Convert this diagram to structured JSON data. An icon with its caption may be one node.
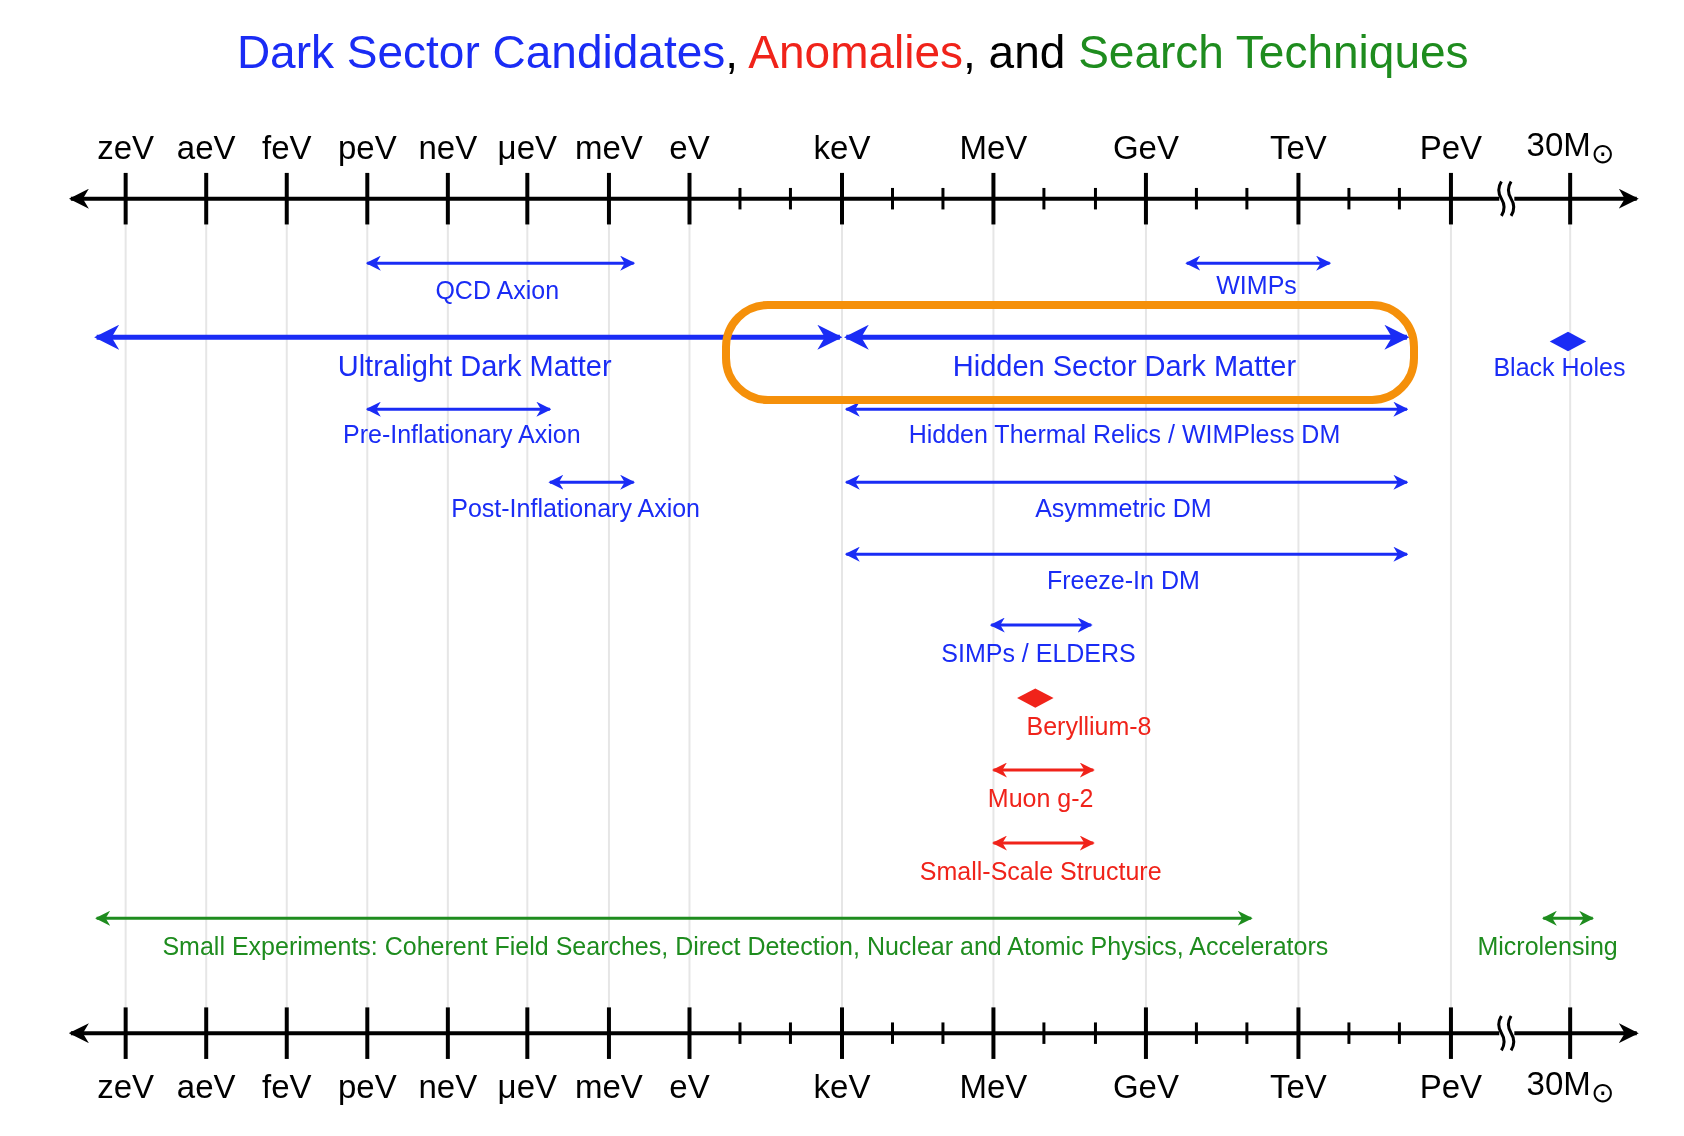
{
  "diagram": {
    "title": "Dark Sector Candidates, Anomalies, and Search Techniques",
    "nodes": [
      {
        "text": [
          "Hidden Sector Dark Matter"
        ]
      }
    ],
    "edges": [],
    "labels": [
      "zeV",
      "aeV",
      "feV",
      "peV",
      "neV",
      "μeV",
      "meV",
      "eV",
      "keV",
      "MeV",
      "GeV",
      "TeV",
      "PeV",
      "30M$_{⊙}$",
      "QCD Axion",
      "WIMPs",
      "Ultralight Dark Matter",
      "Black Holes",
      "Pre-Inflationary Axion",
      "Hidden Thermal Relics / WIMPless DM",
      "Post-Inflationary Axion",
      "Asymmetric DM",
      "Freeze-In DM",
      "SIMPs / ELDERS",
      "Beryllium-8",
      "Muon g-2",
      "Small-Scale Structure",
      "Small Experiments: Coherent Field Searches, Direct Detection, Nuclear and Atomic Physics, Accelerators",
      "Microlensing",
      "zeV",
      "aeV",
      "feV",
      "peV",
      "neV",
      "μeV",
      "meV",
      "eV",
      "keV",
      "MeV",
      "GeV",
      "TeV",
      "PeV",
      "30M$_{⊙}$"
    ]
  }
}
